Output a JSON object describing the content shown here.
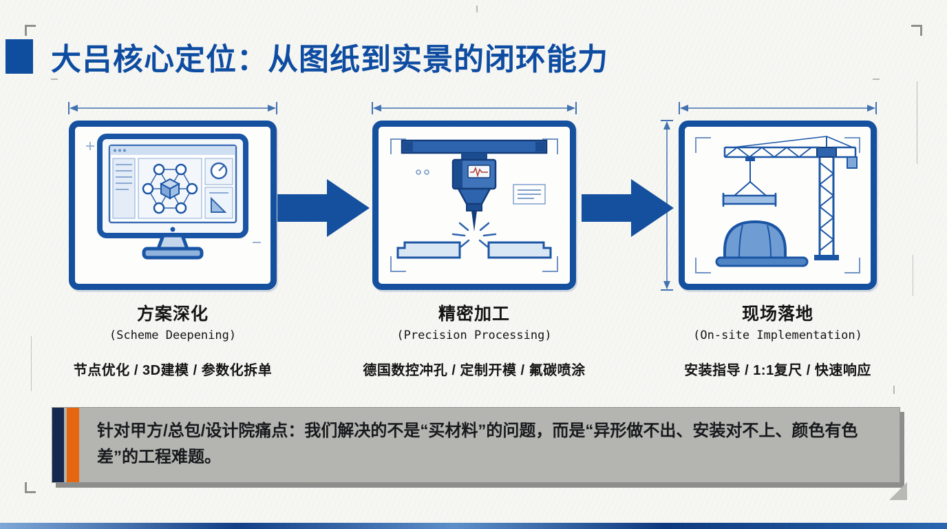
{
  "slide": {
    "title": "大吕核心定位：从图纸到实景的闭环能力",
    "steps": [
      {
        "title": "方案深化",
        "subtitle": "(Scheme Deepening)",
        "features": "节点优化 / 3D建模 / 参数化拆单",
        "icon": "monitor-cad-icon"
      },
      {
        "title": "精密加工",
        "subtitle": "(Precision Processing)",
        "features": "德国数控冲孔 / 定制开模 / 氟碳喷涂",
        "icon": "cnc-drill-icon"
      },
      {
        "title": "现场落地",
        "subtitle": "(On-site Implementation)",
        "features": "安装指导 / 1:1复尺 / 快速响应",
        "icon": "crane-helmet-icon"
      }
    ],
    "banner": {
      "text": "针对甲方/总包/设计院痛点：我们解决的不是“买材料”的问题，而是“异形做不出、安装对不上、颜色有色差”的工程难题。"
    },
    "icons": {
      "flow": "arrow-right-icon",
      "dimension": "dimension-line"
    },
    "colors": {
      "primary_blue": "#14509e",
      "title_blue": "#0d4ca1",
      "light_blue": "#b9cfe9",
      "accent_orange": "#e5660e",
      "banner_gray": "#b4b4b0",
      "dark_navy": "#16284e"
    }
  }
}
